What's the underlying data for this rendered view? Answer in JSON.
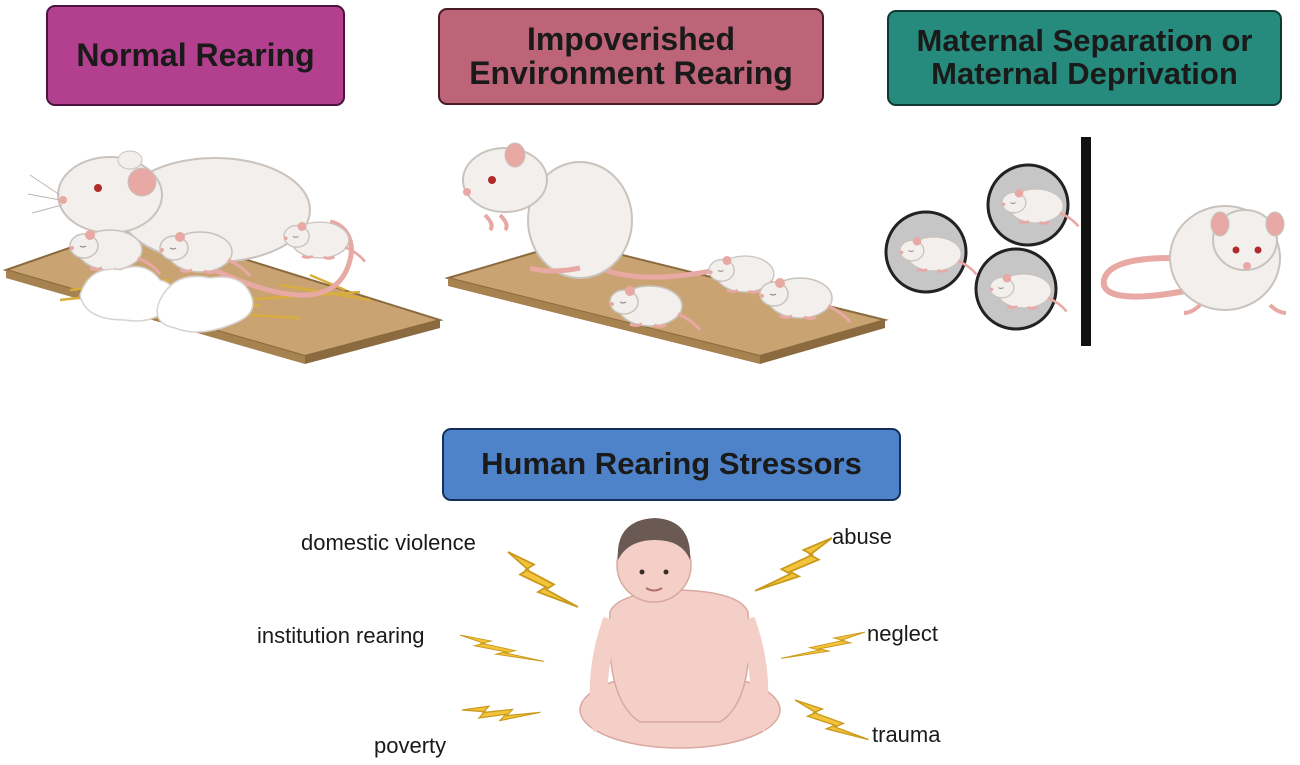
{
  "panels": [
    {
      "id": "normal",
      "title": "Normal Rearing",
      "color": "#b3408f"
    },
    {
      "id": "impoverished",
      "title_line1": "Impoverished",
      "title_line2": "Environment Rearing",
      "color": "#bd6479"
    },
    {
      "id": "maternal",
      "title_line1": "Maternal Separation or",
      "title_line2": "Maternal Deprivation",
      "color": "#268a7c"
    }
  ],
  "human": {
    "title": "Human Rearing Stressors",
    "color": "#4f83c9",
    "stressors_left": [
      "domestic violence",
      "institution rearing",
      "poverty"
    ],
    "stressors_right": [
      "abuse",
      "neglect",
      "trauma"
    ]
  },
  "icons": [
    "rat-mother-icon",
    "rat-pup-icon",
    "nest-icon",
    "straw-bedding-icon",
    "wooden-floor-icon",
    "isolation-barrier-icon",
    "infant-icon",
    "lightning-bolt-icon"
  ],
  "colors": {
    "rat_body": "#f2efec",
    "rat_shade": "#d8d3cf",
    "rat_pink": "#e8a9a4",
    "floor": "#c9a472",
    "floor_edge": "#8a6a3e",
    "bolt": "#f3c43b",
    "bolt_edge": "#c99a1c",
    "pup_circle": "#c6c6c6",
    "skin": "#f4cfc8"
  }
}
